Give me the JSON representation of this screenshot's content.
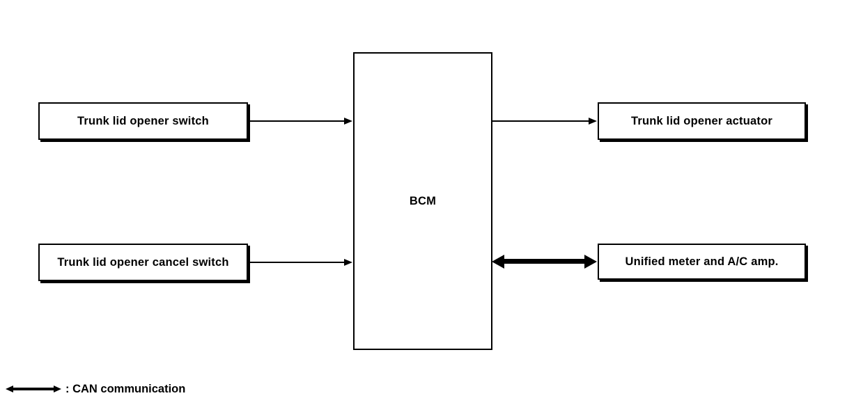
{
  "diagram": {
    "blocks": {
      "trunk_lid_opener_switch": {
        "label": "Trunk lid opener switch"
      },
      "trunk_lid_opener_cancel_switch": {
        "label": "Trunk lid opener cancel switch"
      },
      "bcm": {
        "label": "BCM"
      },
      "trunk_lid_opener_actuator": {
        "label": "Trunk lid opener actuator"
      },
      "unified_meter_ac_amp": {
        "label": "Unified meter and A/C amp."
      }
    },
    "connections": [
      {
        "from": "Trunk lid opener switch",
        "to": "BCM",
        "type": "arrow"
      },
      {
        "from": "Trunk lid opener cancel switch",
        "to": "BCM",
        "type": "arrow"
      },
      {
        "from": "BCM",
        "to": "Trunk lid opener actuator",
        "type": "arrow"
      },
      {
        "from": "BCM",
        "to": "Unified meter and A/C amp.",
        "type": "can-double-arrow"
      }
    ],
    "legend": {
      "symbol": "double-headed-arrow",
      "label": ": CAN communication"
    },
    "colors": {
      "line": "#000000",
      "text": "#000000",
      "background": "#ffffff"
    }
  }
}
